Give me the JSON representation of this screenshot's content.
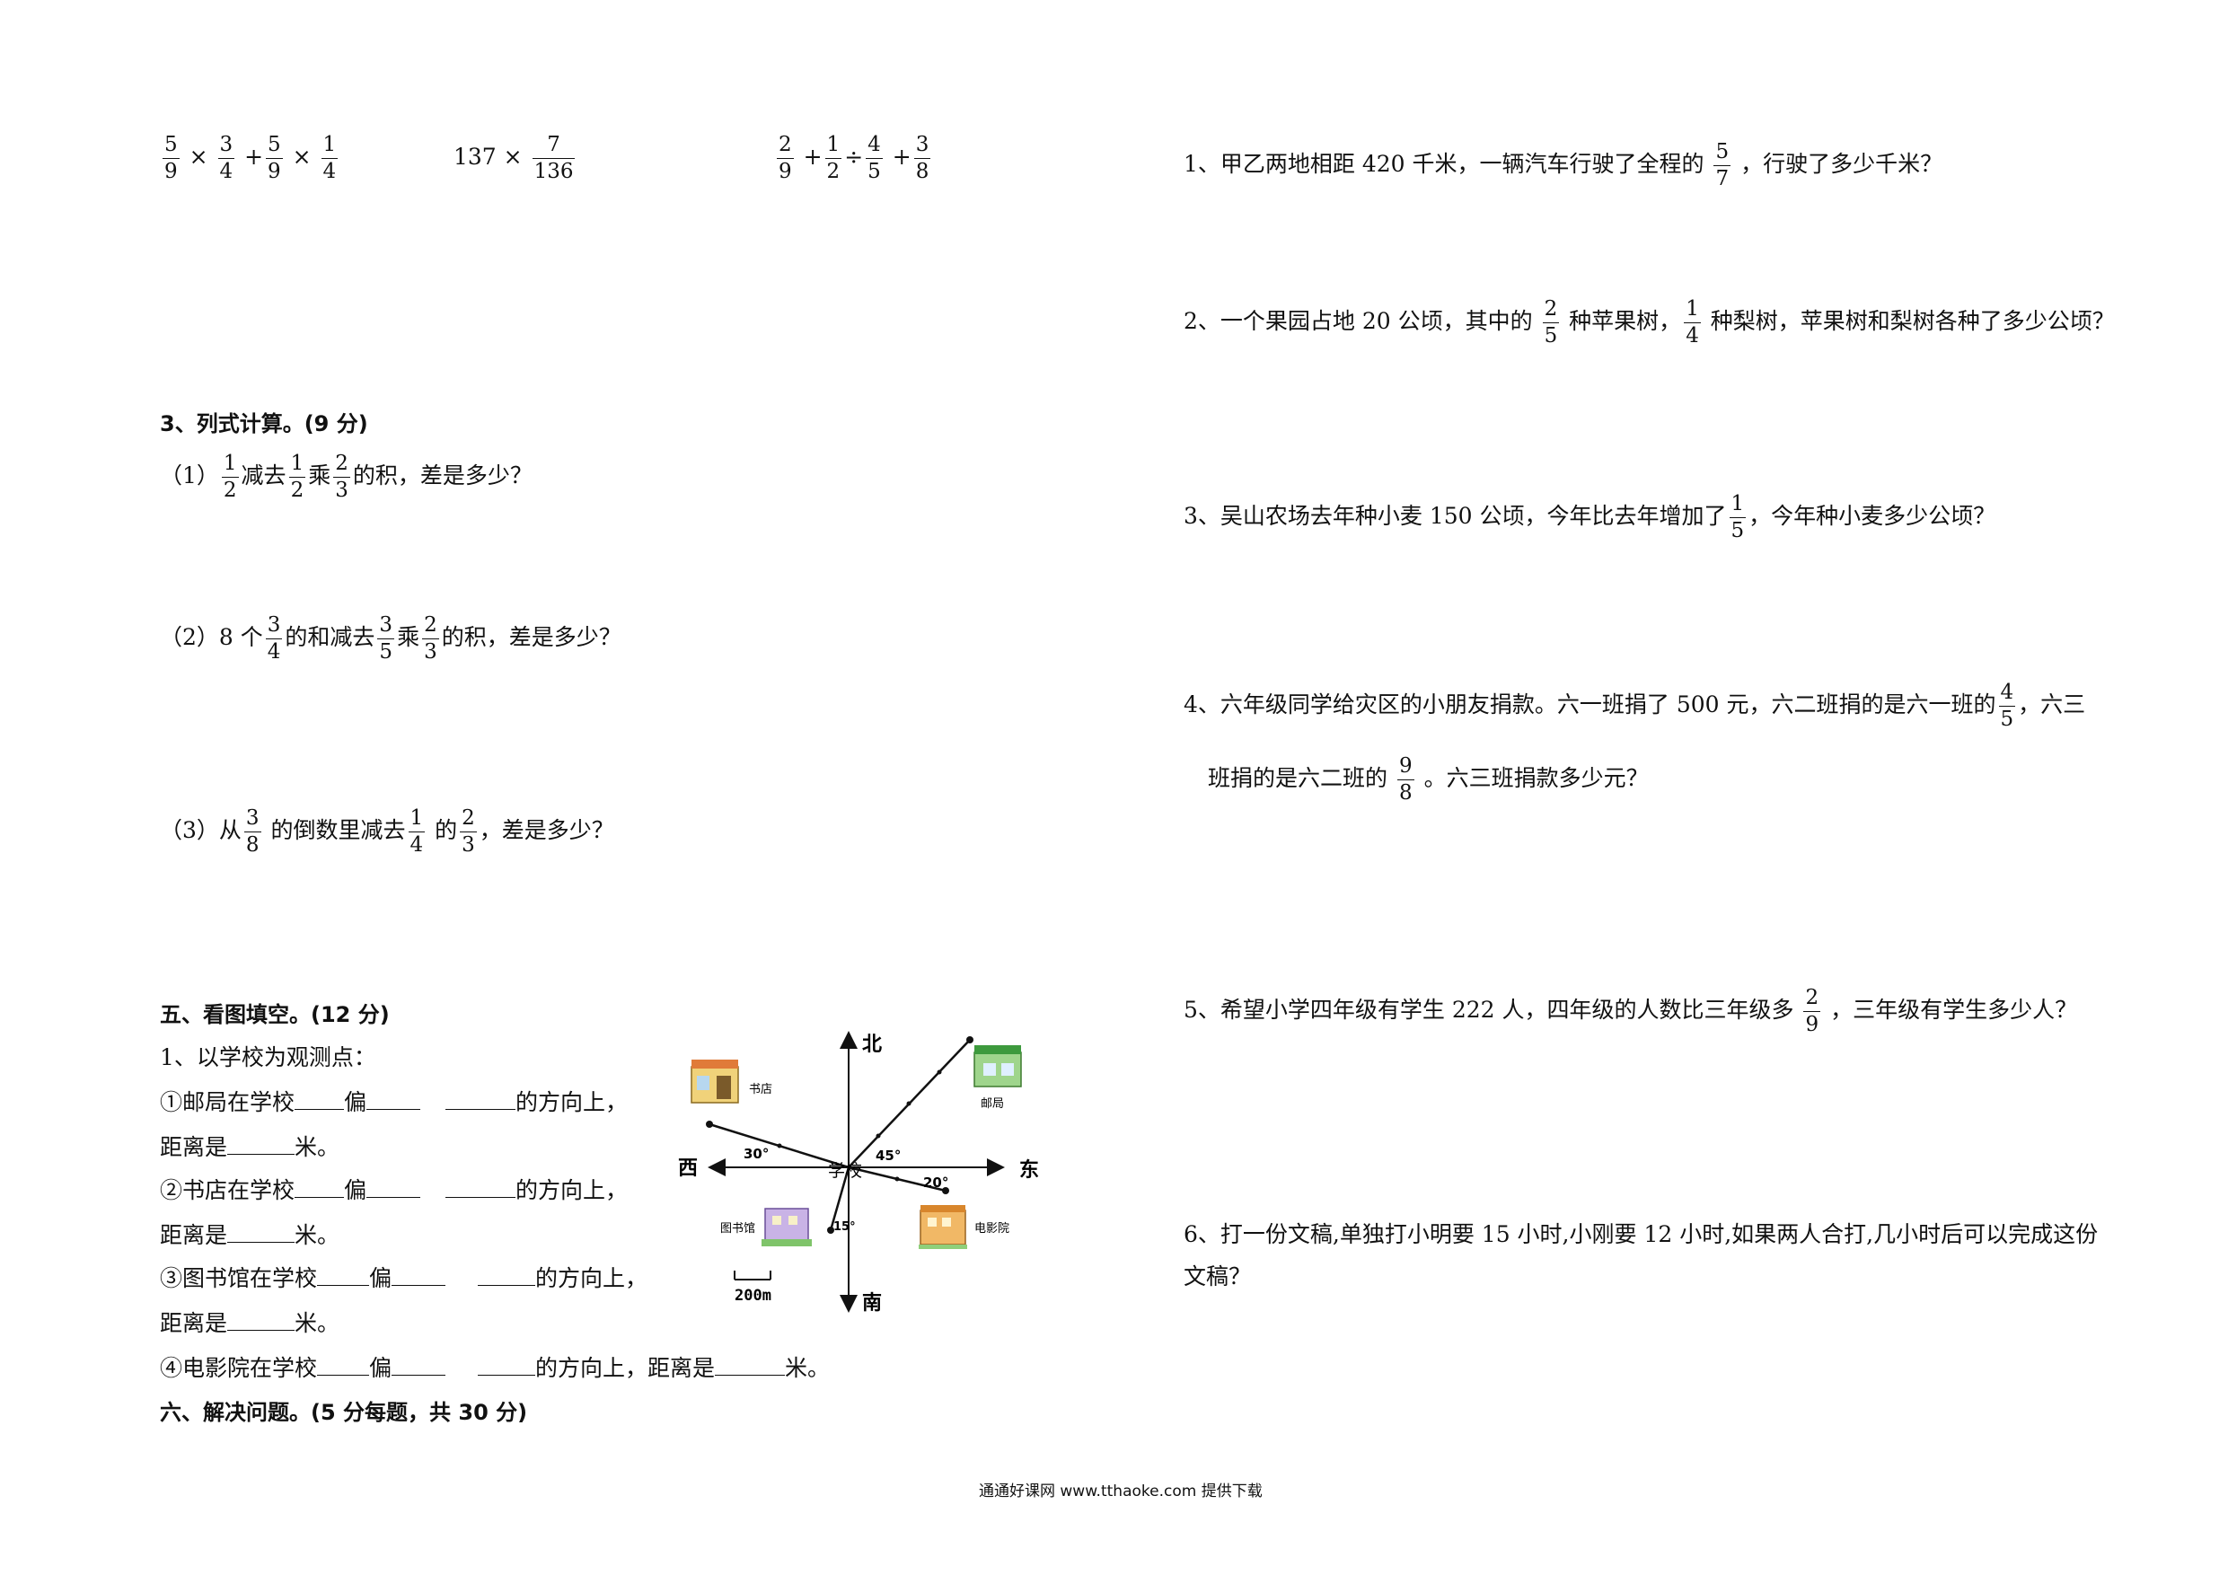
{
  "calc": {
    "expr1": {
      "a_num": "5",
      "a_den": "9",
      "op1": "×",
      "b_num": "3",
      "b_den": "4",
      "op2": "+",
      "c_num": "5",
      "c_den": "9",
      "op3": "×",
      "d_num": "1",
      "d_den": "4"
    },
    "expr2": {
      "lead": "137 ×",
      "f_num": "7",
      "f_den": "136"
    },
    "expr3": {
      "a_num": "2",
      "a_den": "9",
      "op1": "+",
      "b_num": "1",
      "b_den": "2",
      "op2": "÷",
      "c_num": "4",
      "c_den": "5",
      "op3": "+",
      "d_num": "3",
      "d_den": "8"
    }
  },
  "section3": {
    "title": "3、列式计算。(9 分)",
    "q1": {
      "pre": "（1）",
      "f1_num": "1",
      "f1_den": "2",
      "t1": "减去",
      "f2_num": "1",
      "f2_den": "2",
      "t2": "乘",
      "f3_num": "2",
      "f3_den": "3",
      "t3": "的积，差是多少？"
    },
    "q2": {
      "pre": "（2）8 个",
      "f1_num": "3",
      "f1_den": "4",
      "t1": "的和减去",
      "f2_num": "3",
      "f2_den": "5",
      "t2": "乘",
      "f3_num": "2",
      "f3_den": "3",
      "t3": "的积，差是多少？"
    },
    "q3": {
      "pre": "（3）从",
      "f1_num": "3",
      "f1_den": "8",
      "t1": "的倒数里减去",
      "f2_num": "1",
      "f2_den": "4",
      "t2": "的",
      "f3_num": "2",
      "f3_den": "3",
      "t3": "，差是多少？"
    }
  },
  "section5": {
    "title": "五、看图填空。(12 分)",
    "intro": "1、以学校为观测点：",
    "r1a": "①邮局在学校",
    "r1b": "偏",
    "r1c": "的方向上，",
    "r1d": "距离是",
    "r1e": "米。",
    "r2a": "②书店在学校",
    "r2b": "偏",
    "r2c": "的方向上，",
    "r2d": "距离是",
    "r2e": "米。",
    "r3a": "③图书馆在学校",
    "r3b": "偏",
    "r3c": "的方向上，",
    "r3d": "距离是",
    "r3e": "米。",
    "r4a": "④电影院在学校",
    "r4b": "偏",
    "r4c": "的方向上，距离是",
    "r4e": "米。"
  },
  "section6": {
    "title": "六、解决问题。(5 分每题，共 30 分)"
  },
  "map": {
    "north": "北",
    "south": "南",
    "east": "东",
    "west": "西",
    "school": "学校",
    "bookstore": "书店",
    "post": "邮局",
    "library": "图书馆",
    "cinema": "电影院",
    "a30": "30°",
    "a45": "45°",
    "a20": "20°",
    "a15": "15°",
    "scale": "200m"
  },
  "problems": {
    "p1": {
      "pre": "1、甲乙两地相距 420 千米，一辆汽车行驶了全程的",
      "f_num": "5",
      "f_den": "7",
      "post": "，行驶了多少千米？"
    },
    "p2": {
      "pre": "2、一个果园占地 20 公顷，其中的",
      "f1_num": "2",
      "f1_den": "5",
      "mid": "种苹果树，",
      "f2_num": "1",
      "f2_den": "4",
      "post": "种梨树，苹果树和梨树各种了多少公顷？"
    },
    "p3": {
      "pre": "3、吴山农场去年种小麦 150 公顷，今年比去年增加了",
      "f_num": "1",
      "f_den": "5",
      "post": "，今年种小麦多少公顷？"
    },
    "p4": {
      "pre": "4、六年级同学给灾区的小朋友捐款。六一班捐了  500  元，六二班捐的是六一班的",
      "f1_num": "4",
      "f1_den": "5",
      "post1": "，六三",
      "pre2": "班捐的是六二班的",
      "f2_num": "9",
      "f2_den": "8",
      "post2": "。六三班捐款多少元？"
    },
    "p5": {
      "pre": "5、希望小学四年级有学生 222 人，四年级的人数比三年级多",
      "f_num": "2",
      "f_den": "9",
      "post": "，三年级有学生多少人？"
    },
    "p6": {
      "line1": "6、打一份文稿,单独打小明要 15 小时,小刚要 12 小时,如果两人合打,几小时后可以完成这份",
      "line2": "文稿？"
    }
  },
  "footer": "通通好课网  www.tthaoke.com  提供下载"
}
